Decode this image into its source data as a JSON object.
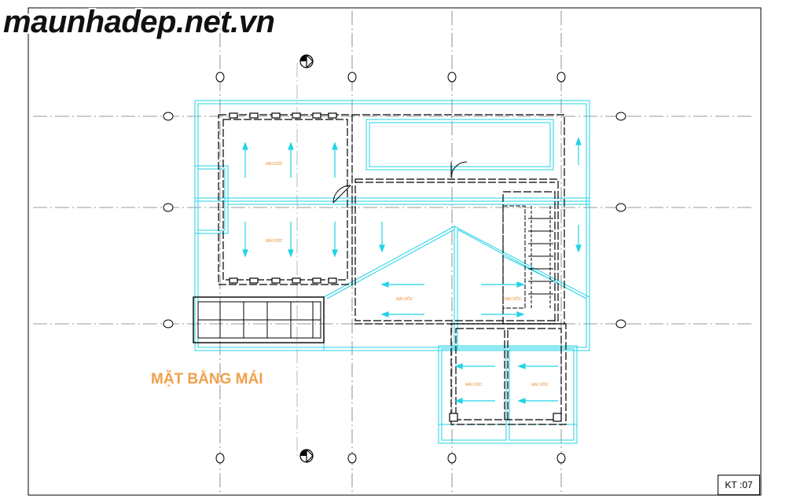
{
  "watermark": "maunhadep.net.vn",
  "drawing_title": "MẶT BẰNG MÁI",
  "sheet_number": "KT :07",
  "slope_label": "MÁI DỐC",
  "colors": {
    "cyan": "#22d3e6",
    "title_orange": "#f0a04b",
    "label_orange": "#e88a2a",
    "line": "#000000",
    "grid": "#555555"
  }
}
